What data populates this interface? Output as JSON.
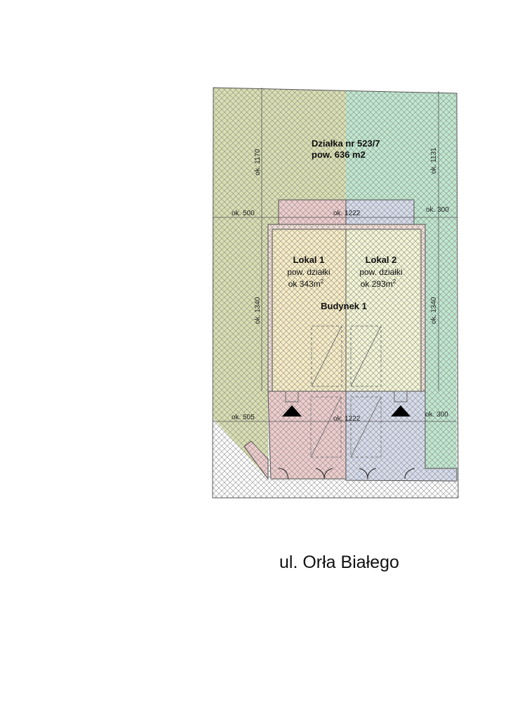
{
  "plot": {
    "title": "Działka nr 523/7",
    "area": "pow. 636 m2"
  },
  "units": [
    {
      "name": "Lokal 1",
      "label": "pow. działki",
      "area": "ok 343m",
      "sup": "2"
    },
    {
      "name": "Lokal 2",
      "label": "pow. działki",
      "area": "ok 293m",
      "sup": "2"
    }
  ],
  "building": "Budynek 1",
  "dimensions": {
    "top_left": "ok. 500",
    "top_mid": "ok. 1222",
    "top_right": "ok. 300",
    "bottom_left": "ok. 505",
    "bottom_mid": "ok. 1222",
    "bottom_right": "ok. 300",
    "vert_left_top": "ok. 1170",
    "vert_right_top": "ok. 1131",
    "vert_left_mid": "ok. 1340",
    "vert_right_mid": "ok. 1340"
  },
  "street": "ul. Orła Białego",
  "colors": {
    "olive": "#d9dfb0",
    "green": "#bfe8cf",
    "pink": "#efcccc",
    "blue": "#d6dcec",
    "yellow": "#f6f2c8"
  }
}
